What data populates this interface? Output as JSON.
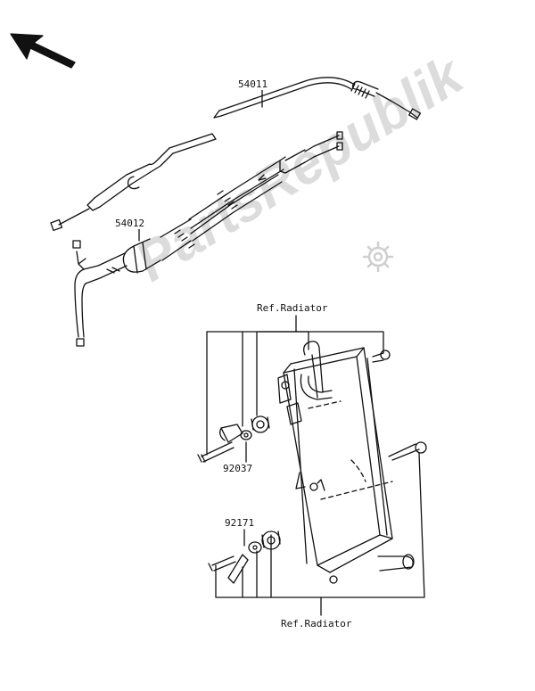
{
  "parts": {
    "p54011": "54011",
    "p54012": "54012",
    "p92037": "92037",
    "p92171": "92171"
  },
  "refs": {
    "top": "Ref.Radiator",
    "bottom": "Ref.Radiator"
  },
  "watermark": "PartsRepublik",
  "colors": {
    "line": "#111111",
    "watermark": "#d7d7d7"
  }
}
